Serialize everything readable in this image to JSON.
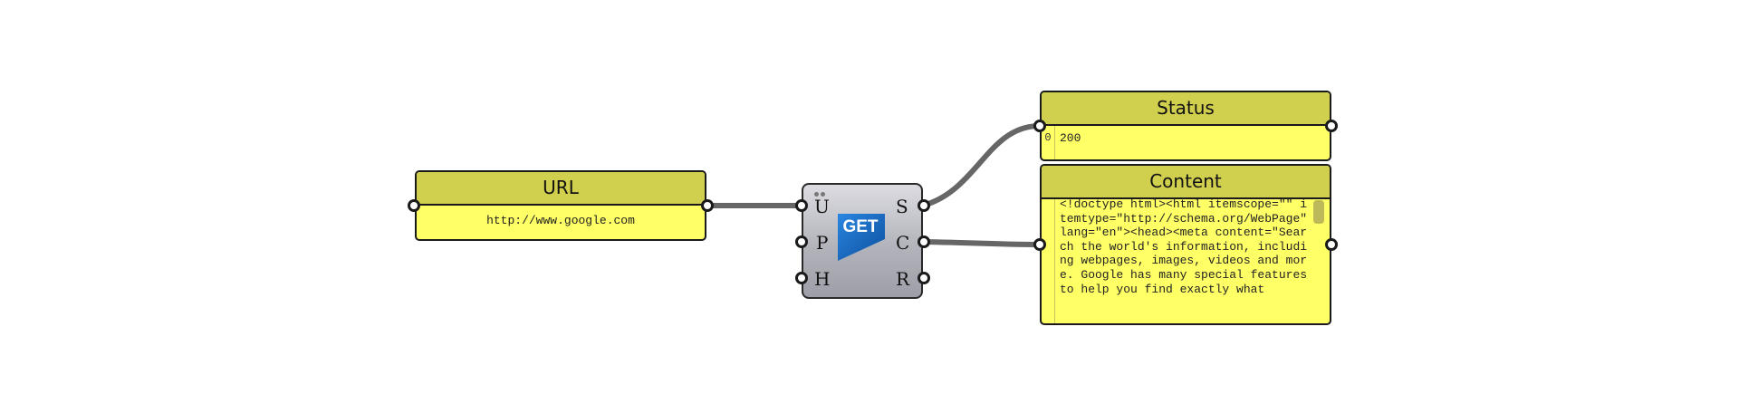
{
  "canvas": {
    "background": "#ffffff",
    "wire_color": "#666666"
  },
  "url_panel": {
    "title": "URL",
    "value": "http://www.google.com"
  },
  "get_component": {
    "logo_text": "GET",
    "inputs": [
      "U",
      "P",
      "H"
    ],
    "outputs": [
      "S",
      "C",
      "R"
    ]
  },
  "status_panel": {
    "title": "Status",
    "index": "0",
    "value": "200"
  },
  "content_panel": {
    "title": "Content",
    "text": "<!doctype html><html itemscope=\"\" itemtype=\"http://schema.org/WebPage\" lang=\"en\"><head><meta content=\"Search the world's information, including webpages, images, videos and more. Google has many special features to help you find exactly what"
  },
  "colors": {
    "panel_body": "#ffff66",
    "panel_header": "#d1cf4e",
    "logo_blue": "#1b6fc9"
  }
}
